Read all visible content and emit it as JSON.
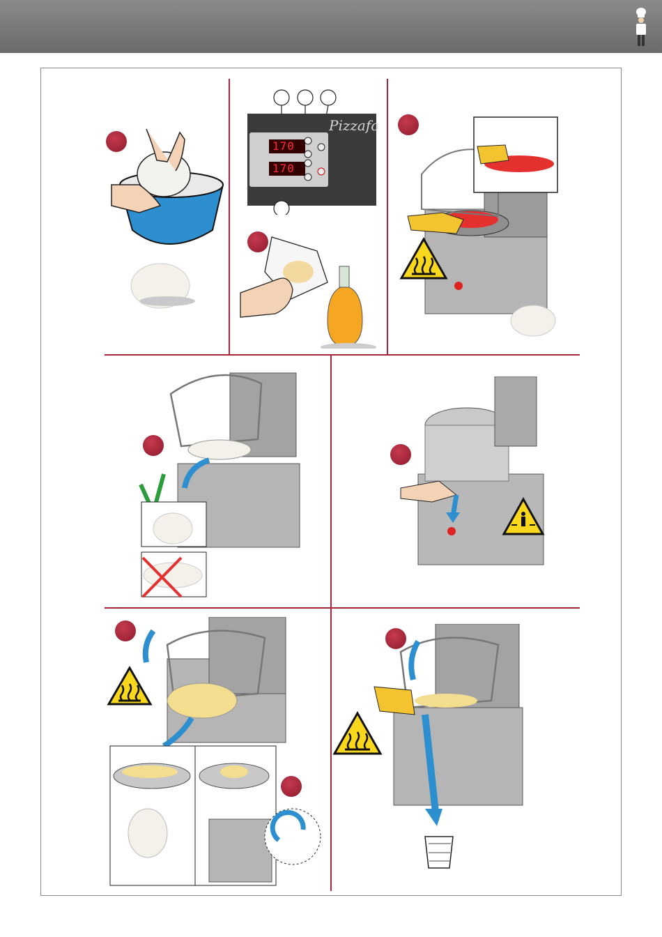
{
  "header": {
    "icon": "chef-icon",
    "color": "#777777"
  },
  "accent": "#a8243a",
  "control_panel": {
    "brand": "Pizzafo",
    "display_top": "170",
    "display_bottom": "170"
  },
  "steps": [
    {
      "id": "1",
      "icon": "dough-bowl-icon"
    },
    {
      "id": "2",
      "icon": "control-panel-icon"
    },
    {
      "id": "3",
      "icon": "oil-cloth-icon"
    },
    {
      "id": "4",
      "icon": "wipe-plate-icon"
    },
    {
      "id": "5",
      "icon": "place-dough-icon"
    },
    {
      "id": "6",
      "icon": "close-press-icon"
    },
    {
      "id": "7",
      "icon": "remove-pizza-icon"
    },
    {
      "id": "8",
      "icon": "clean-discard-icon"
    }
  ]
}
